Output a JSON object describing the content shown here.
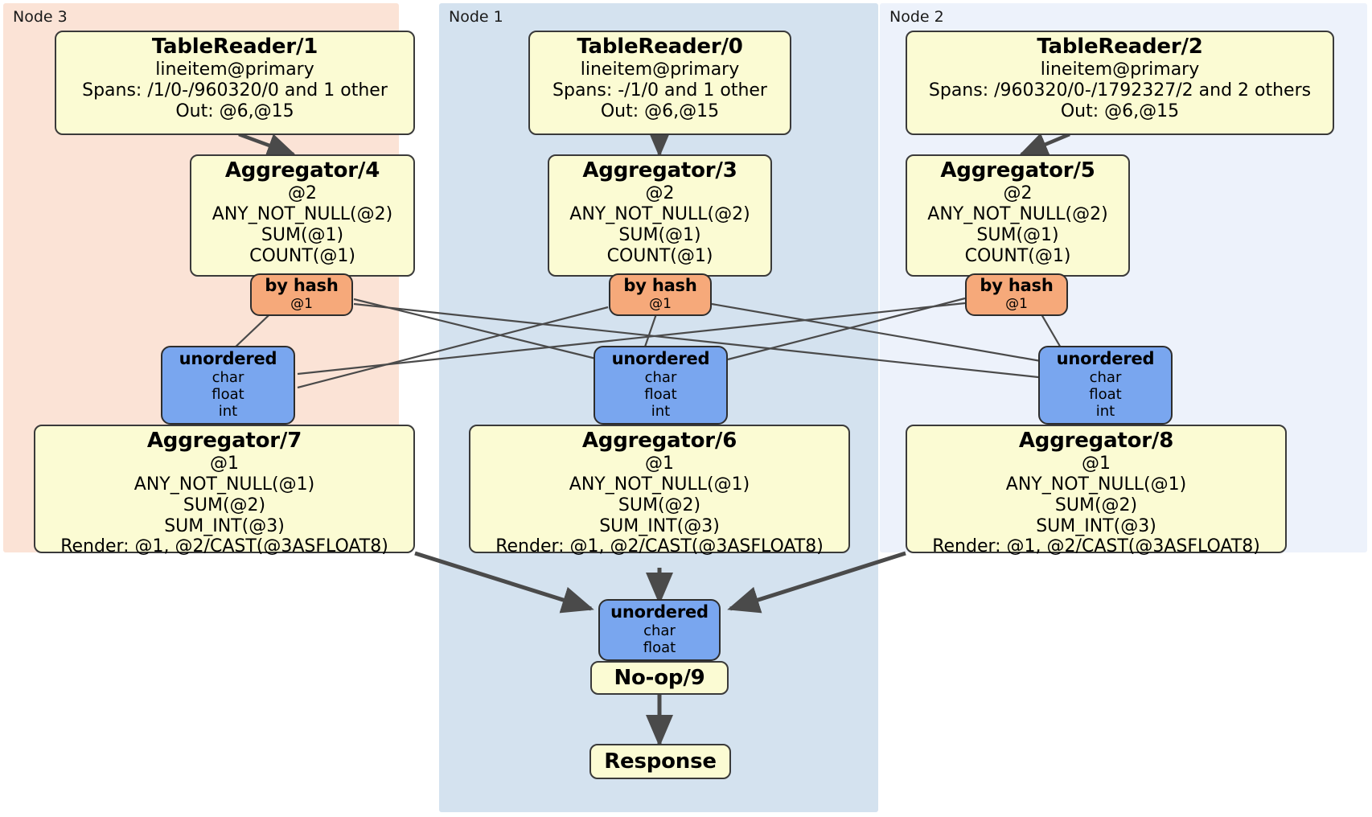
{
  "diagram": {
    "title": "Distributed SQL query plan",
    "type": "dataflow",
    "colors": {
      "processor_fill": "#FBFBD3",
      "processor_stroke": "#3A3A3A",
      "router_fill": "#79A6EF",
      "hash_router_fill": "#F6A97A",
      "node3_panel": "#FBE3D6",
      "node1_panel": "#D4E2EF",
      "node2_panel": "#EDF2FB",
      "edge_color": "#4A4A4A"
    }
  },
  "panels": [
    {
      "id": "node3",
      "label": "Node 3",
      "color": "#FBE3D6"
    },
    {
      "id": "node1",
      "label": "Node 1",
      "color": "#D4E2EF"
    },
    {
      "id": "node2",
      "label": "Node 2",
      "color": "#EDF2FB"
    }
  ],
  "processors": {
    "table_reader_1": {
      "title": "TableReader/1",
      "l1": "lineitem@primary",
      "l2": "Spans: /1/0-/960320/0 and 1 other",
      "l3": "Out: @6,@15"
    },
    "table_reader_0": {
      "title": "TableReader/0",
      "l1": "lineitem@primary",
      "l2": "Spans: -/1/0 and 1 other",
      "l3": "Out: @6,@15"
    },
    "table_reader_2": {
      "title": "TableReader/2",
      "l1": "lineitem@primary",
      "l2": "Spans: /960320/0-/1792327/2 and 2 others",
      "l3": "Out: @6,@15"
    },
    "aggregator_4": {
      "title": "Aggregator/4",
      "l1": "@2",
      "l2": "ANY_NOT_NULL(@2)",
      "l3": "SUM(@1)",
      "l4": "COUNT(@1)"
    },
    "aggregator_3": {
      "title": "Aggregator/3",
      "l1": "@2",
      "l2": "ANY_NOT_NULL(@2)",
      "l3": "SUM(@1)",
      "l4": "COUNT(@1)"
    },
    "aggregator_5": {
      "title": "Aggregator/5",
      "l1": "@2",
      "l2": "ANY_NOT_NULL(@2)",
      "l3": "SUM(@1)",
      "l4": "COUNT(@1)"
    },
    "aggregator_7": {
      "title": "Aggregator/7",
      "l1": "@1",
      "l2": "ANY_NOT_NULL(@1)",
      "l3": "SUM(@2)",
      "l4": "SUM_INT(@3)",
      "l5": "Render: @1, @2/CAST(@3ASFLOAT8)"
    },
    "aggregator_6": {
      "title": "Aggregator/6",
      "l1": "@1",
      "l2": "ANY_NOT_NULL(@1)",
      "l3": "SUM(@2)",
      "l4": "SUM_INT(@3)",
      "l5": "Render: @1, @2/CAST(@3ASFLOAT8)"
    },
    "aggregator_8": {
      "title": "Aggregator/8",
      "l1": "@1",
      "l2": "ANY_NOT_NULL(@1)",
      "l3": "SUM(@2)",
      "l4": "SUM_INT(@3)",
      "l5": "Render: @1, @2/CAST(@3ASFLOAT8)"
    },
    "noop_9": {
      "title": "No-op/9"
    },
    "response": {
      "title": "Response"
    }
  },
  "routers": {
    "by_hash_left": {
      "title": "by hash",
      "l1": "@1"
    },
    "by_hash_mid": {
      "title": "by hash",
      "l1": "@1"
    },
    "by_hash_right": {
      "title": "by hash",
      "l1": "@1"
    },
    "unordered_left": {
      "title": "unordered",
      "l1": "char",
      "l2": "float",
      "l3": "int"
    },
    "unordered_mid": {
      "title": "unordered",
      "l1": "char",
      "l2": "float",
      "l3": "int"
    },
    "unordered_right": {
      "title": "unordered",
      "l1": "char",
      "l2": "float",
      "l3": "int"
    },
    "unordered_final": {
      "title": "unordered",
      "l1": "char",
      "l2": "float"
    }
  }
}
